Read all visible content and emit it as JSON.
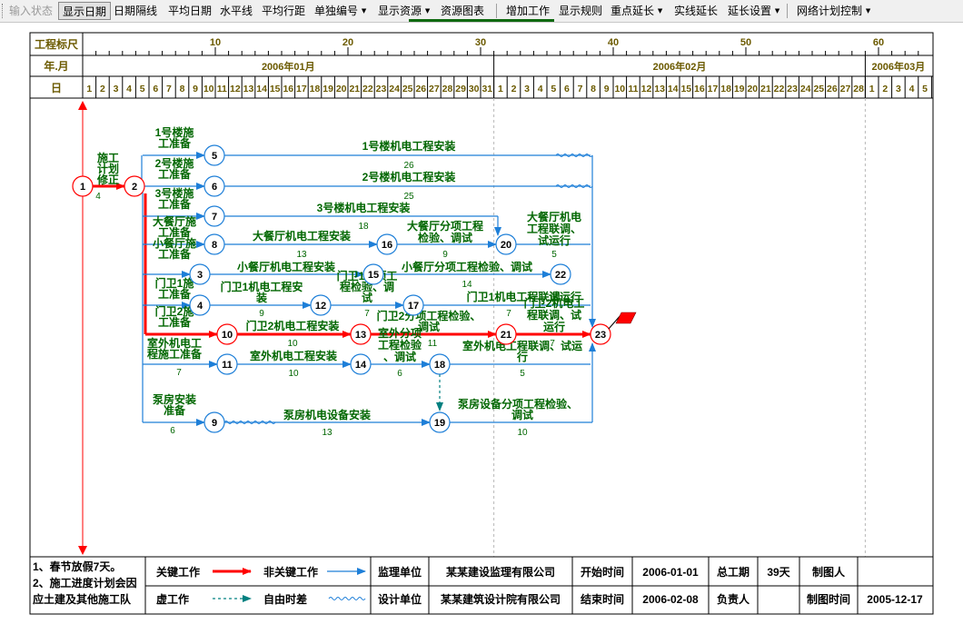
{
  "toolbar": {
    "items": [
      {
        "label": "输入状态",
        "disabled": true
      },
      {
        "label": "显示日期",
        "pressed": true
      },
      {
        "label": "日期隔线"
      },
      {
        "label": "平均日期"
      },
      {
        "label": "水平线"
      },
      {
        "label": "平均行距"
      },
      {
        "label": "单独编号",
        "dropdown": true
      },
      {
        "label": "显示资源",
        "dropdown": true
      },
      {
        "label": "资源图表"
      },
      {
        "label": "增加工作"
      },
      {
        "label": "显示规则"
      },
      {
        "label": "重点延长",
        "dropdown": true
      },
      {
        "label": "实线延长"
      },
      {
        "label": "延长设置",
        "dropdown": true
      },
      {
        "label": "网络计划控制",
        "dropdown": true
      }
    ],
    "dropdown_glyph": "▼"
  },
  "timeline": {
    "ruler_label": "工程标尺",
    "month_label": "年.月",
    "day_label": "日",
    "ruler_ticks": [
      "10",
      "20",
      "30",
      "40",
      "50",
      "60"
    ],
    "months": [
      {
        "label": "2006年01月",
        "days": 31
      },
      {
        "label": "2006年02月",
        "days": 28
      },
      {
        "label": "2006年03月",
        "days": 5
      }
    ]
  },
  "diagram": {
    "colors": {
      "text": "#006600",
      "critical": "#ff0000",
      "normal": "#1e7fd8",
      "free": "#008080",
      "node_border": "#1e7fd8",
      "node_text": "#000000",
      "grid": "#000000",
      "header_text": "#6b5a00"
    },
    "nodes": [
      {
        "id": "1",
        "critical": true
      },
      {
        "id": "2",
        "critical": true
      },
      {
        "id": "3"
      },
      {
        "id": "4"
      },
      {
        "id": "5"
      },
      {
        "id": "6"
      },
      {
        "id": "7"
      },
      {
        "id": "8"
      },
      {
        "id": "9"
      },
      {
        "id": "10",
        "critical": true
      },
      {
        "id": "11"
      },
      {
        "id": "12"
      },
      {
        "id": "13",
        "critical": true
      },
      {
        "id": "14"
      },
      {
        "id": "15"
      },
      {
        "id": "16"
      },
      {
        "id": "17"
      },
      {
        "id": "18"
      },
      {
        "id": "19"
      },
      {
        "id": "20"
      },
      {
        "id": "21",
        "critical": true
      },
      {
        "id": "22"
      },
      {
        "id": "23",
        "critical": true
      }
    ],
    "tasks": [
      {
        "from": "1",
        "to": "2",
        "label": "施工计划修正",
        "duration": "4",
        "critical": true
      },
      {
        "from": "2",
        "to": "5",
        "label": "1号楼施工准备"
      },
      {
        "from": "5",
        "to": "23",
        "label": "1号楼机电工程安装",
        "duration": "26"
      },
      {
        "from": "2",
        "to": "6",
        "label": "2号楼施工准备"
      },
      {
        "from": "6",
        "to": "23",
        "label": "2号楼机电工程安装",
        "duration": "25"
      },
      {
        "from": "2",
        "to": "7",
        "label": "3号楼施工准备"
      },
      {
        "from": "7",
        "to": "20",
        "label": "3号楼机电工程安装",
        "duration": "18"
      },
      {
        "from": "2",
        "to": "8",
        "label": "大餐厅施工准备"
      },
      {
        "from": "8",
        "to": "16",
        "label": "大餐厅机电工程安装",
        "duration": "13"
      },
      {
        "from": "16",
        "to": "20",
        "label": "大餐厅分项工程检验、调试",
        "duration": "9"
      },
      {
        "from": "20",
        "to": "23",
        "label": "大餐厅机电工程联调、试运行",
        "duration": "5"
      },
      {
        "from": "2",
        "to": "3",
        "label": "小餐厅施工准备"
      },
      {
        "from": "3",
        "to": "15",
        "label": "小餐厅机电工程安装"
      },
      {
        "from": "15",
        "to": "22",
        "label": "小餐厅分项工程检验、调试",
        "duration": "14"
      },
      {
        "from": "2",
        "to": "4",
        "label": "门卫1施工准备"
      },
      {
        "from": "4",
        "to": "12",
        "label": "门卫1机电工程安装",
        "duration": "9"
      },
      {
        "from": "12",
        "to": "17",
        "label": "门卫1分项工程检验、调试",
        "duration": "7"
      },
      {
        "from": "17",
        "to": "23",
        "label": "门卫1机电工程联调、试运行",
        "duration": "7"
      },
      {
        "from": "2",
        "to": "10",
        "label": "门卫2施工准备",
        "critical": true
      },
      {
        "from": "10",
        "to": "13",
        "label": "门卫2机电工程安装",
        "duration": "10",
        "critical": true
      },
      {
        "from": "13",
        "to": "21",
        "label": "门卫2分项工程检验、调试",
        "duration": "11",
        "critical": true
      },
      {
        "from": "21",
        "to": "23",
        "label": "门卫2机电工程联调、试运行",
        "duration": "7",
        "critical": true
      },
      {
        "from": "2",
        "to": "11",
        "label": "室外机电工程施工准备",
        "duration": "7"
      },
      {
        "from": "11",
        "to": "14",
        "label": "室外机电工程安装",
        "duration": "10"
      },
      {
        "from": "14",
        "to": "18",
        "label": "室外分项工程检验、调试",
        "duration": "6"
      },
      {
        "from": "18",
        "to": "23",
        "label": "室外机电工程联调、试运行",
        "duration": "5"
      },
      {
        "from": "2",
        "to": "9",
        "label": "泵房安装准备",
        "duration": "6"
      },
      {
        "from": "9",
        "to": "19",
        "label": "泵房机电设备安装",
        "duration": "13"
      },
      {
        "from": "19",
        "to": "23",
        "label": "泵房设备分项工程检验、调试",
        "duration": "10"
      }
    ]
  },
  "footer": {
    "notes": [
      "1、春节放假7天。",
      "2、施工进度计划会因",
      "应土建及其他施工队"
    ],
    "legend": {
      "critical": "关键工作",
      "noncritical": "非关键工作",
      "virtual": "虚工作",
      "free_float": "自由时差"
    },
    "info": [
      {
        "label": "监理单位",
        "value": "某某建设监理有限公司"
      },
      {
        "label": "设计单位",
        "value": "某某建筑设计院有限公司"
      },
      {
        "label": "开始时间",
        "value": "2006-01-01"
      },
      {
        "label": "结束时间",
        "value": "2006-02-08"
      },
      {
        "label": "总工期",
        "value": "39天"
      },
      {
        "label": "负责人",
        "value": ""
      },
      {
        "label": "制图人",
        "value": ""
      },
      {
        "label": "制图时间",
        "value": "2005-12-17"
      }
    ]
  }
}
